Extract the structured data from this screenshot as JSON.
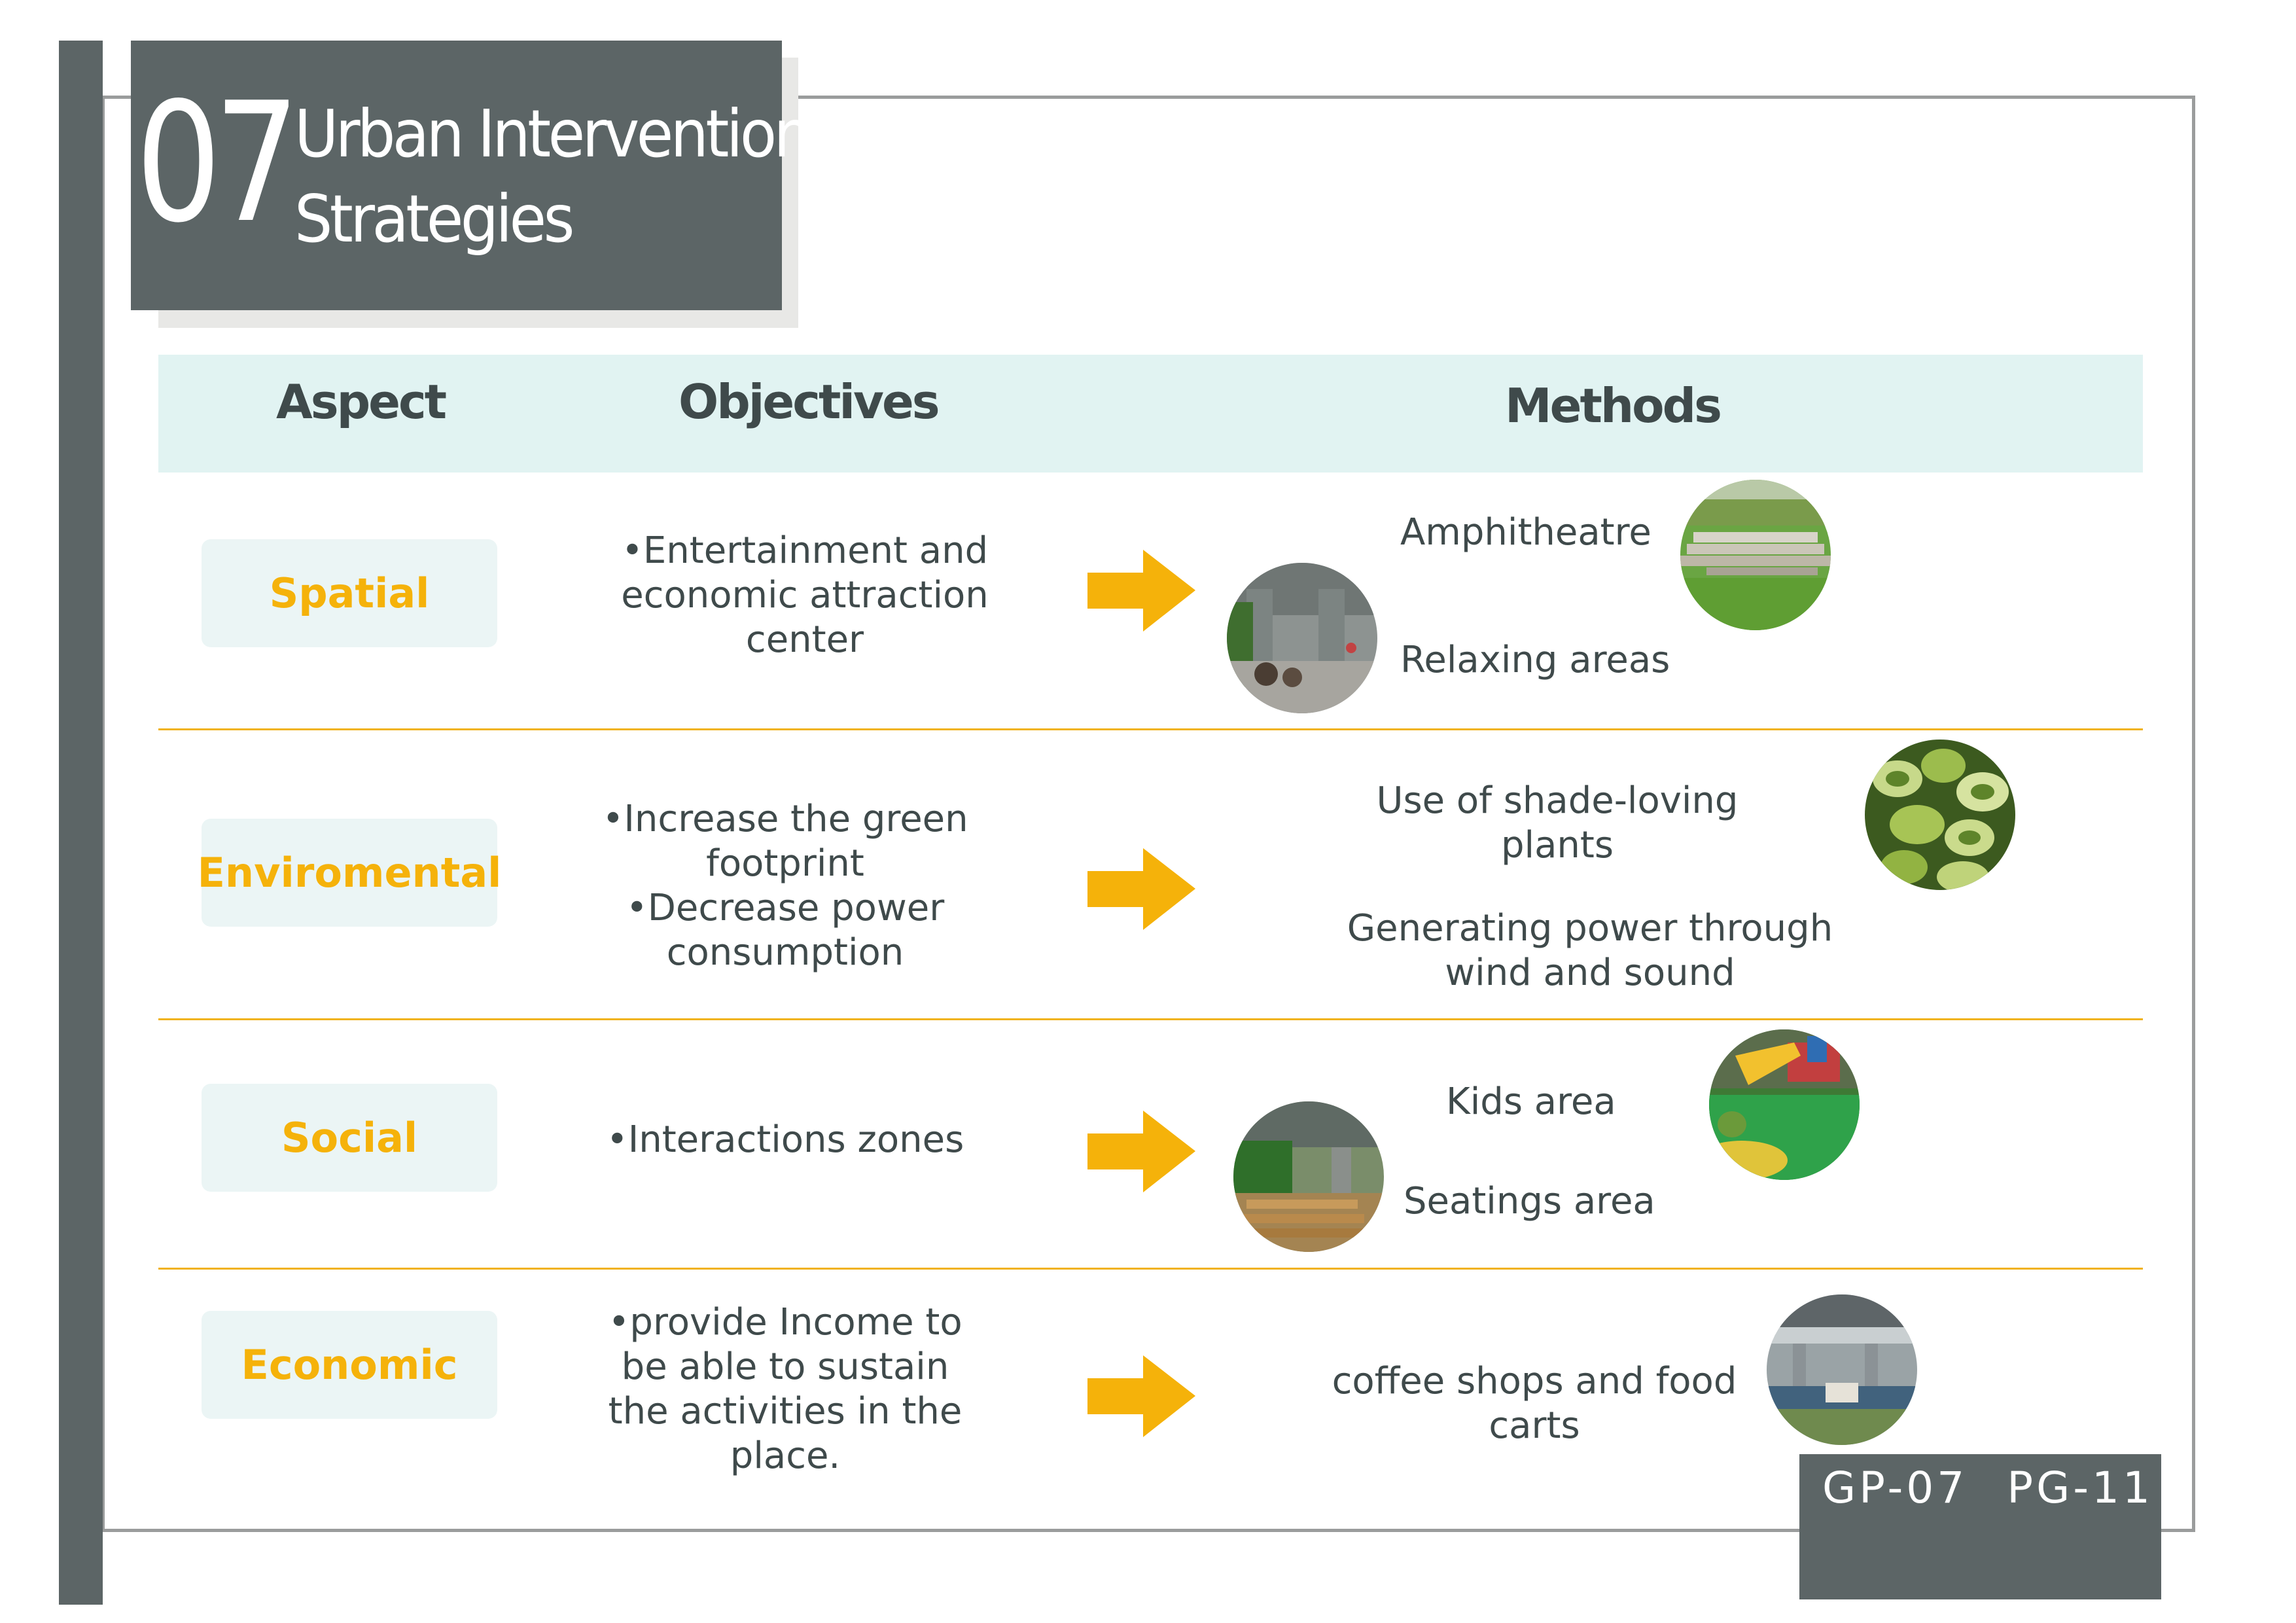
{
  "title": {
    "number": "07",
    "line1": "Urban Intervention",
    "line2": "Strategies"
  },
  "headers": {
    "aspect": "Aspect",
    "objectives": "Objectives",
    "methods": "Methods"
  },
  "rows": [
    {
      "aspect": "Spatial",
      "objectives": [
        "•Entertainment and",
        "economic attraction",
        "center"
      ],
      "methods": [
        {
          "label": "Amphitheatre",
          "photo": "amphitheatre-photo"
        },
        {
          "label": "Relaxing areas",
          "photo": "relaxing-area-photo"
        }
      ]
    },
    {
      "aspect": "Enviromental",
      "objectives": [
        "•Increase the green",
        "footprint",
        "•Decrease power",
        "consumption"
      ],
      "methods": [
        {
          "label_lines": [
            "Use of shade-loving",
            "plants"
          ],
          "photo": "shade-plants-photo"
        },
        {
          "label_lines": [
            "Generating power through",
            "wind and sound"
          ]
        }
      ]
    },
    {
      "aspect": "Social",
      "objectives": [
        "•Interactions zones"
      ],
      "methods": [
        {
          "label": "Kids area",
          "photo": "playground-photo"
        },
        {
          "label": "Seatings area",
          "photo": "seating-area-photo"
        }
      ]
    },
    {
      "aspect": "Economic",
      "objectives": [
        "•provide Income to",
        "be able to sustain",
        "the activities in the",
        "place."
      ],
      "methods": [
        {
          "label_lines": [
            "coffee shops and food",
            "carts"
          ],
          "photo": "coffee-shops-photo"
        }
      ]
    }
  ],
  "footer": {
    "group": "GP-07",
    "page": "PG-11"
  },
  "colors": {
    "dark_slate": "#5c6566",
    "accent_yellow": "#f5b20a",
    "header_band": "#e1f3f2",
    "aspect_box": "#ebf5f5",
    "divider": "#f0b21a",
    "text": "#3f4a4b"
  }
}
